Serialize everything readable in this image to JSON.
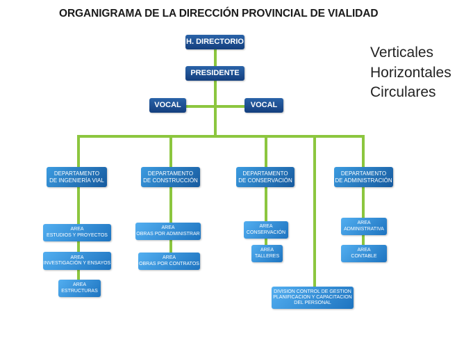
{
  "title": "ORGANIGRAMA DE LA DIRECCIÓN PROVINCIAL DE VIALIDAD",
  "side_notes": [
    "Verticales",
    "Horizontales",
    "Circulares"
  ],
  "colors": {
    "connector": "#8cc63f",
    "top_box": "#1b4a8c",
    "dept_box": "#2a7cc4",
    "area_box": "#3a9ee0"
  },
  "top": {
    "directorio": "H. DIRECTORIO",
    "presidente": "PRESIDENTE",
    "vocal_left": "VOCAL",
    "vocal_right": "VOCAL"
  },
  "departments": [
    {
      "l1": "DEPARTAMENTO",
      "l2": "DE INGENIERÍA VIAL"
    },
    {
      "l1": "DEPARTAMENTO",
      "l2": "DE CONSTRUCCIÓN"
    },
    {
      "l1": "DEPARTAMENTO",
      "l2": "DE CONSERVACIÓN"
    },
    {
      "l1": "DEPARTAMENTO",
      "l2": "DE ADMINISTRACIÓN"
    }
  ],
  "areas": [
    {
      "l1": "AREA",
      "l2": "ESTUDIOS Y PROYECTOS"
    },
    {
      "l1": "AREA",
      "l2": "INVESTIGACIÓN Y ENSAYOS"
    },
    {
      "l1": "AREA",
      "l2": "ESTRUCTURAS"
    },
    {
      "l1": "AREA",
      "l2": "OBRAS POR ADMINISTRAR"
    },
    {
      "l1": "AREA",
      "l2": "OBRAS POR CONTRATOS"
    },
    {
      "l1": "AREA",
      "l2": "CONSERVACIÓN"
    },
    {
      "l1": "AREA",
      "l2": "TALLERES"
    },
    {
      "l1": "AREA",
      "l2": "ADMINISTRATIVA"
    },
    {
      "l1": "AREA",
      "l2": "CONTABLE"
    }
  ],
  "division": {
    "l1": "DIVISION CONTROL DE GESTION",
    "l2": "PLANIFICACION Y CAPACITACION",
    "l3": "DEL PERSONAL"
  }
}
